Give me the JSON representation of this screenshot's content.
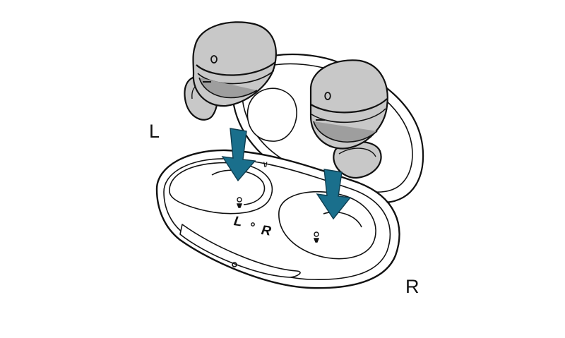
{
  "labels": {
    "left": "L",
    "right": "R",
    "case_left_marker": "L",
    "case_right_marker": "R"
  },
  "colors": {
    "outline": "#111111",
    "earbud_fill": "#c8c8c8",
    "earbud_shade": "#9e9e9e",
    "arrow_fill": "#1a6f8c",
    "case_fill": "#ffffff"
  },
  "icons": {
    "earbud_left": "earbud-icon",
    "earbud_right": "earbud-icon",
    "arrow_left": "arrow-down-icon",
    "arrow_right": "arrow-down-icon"
  }
}
